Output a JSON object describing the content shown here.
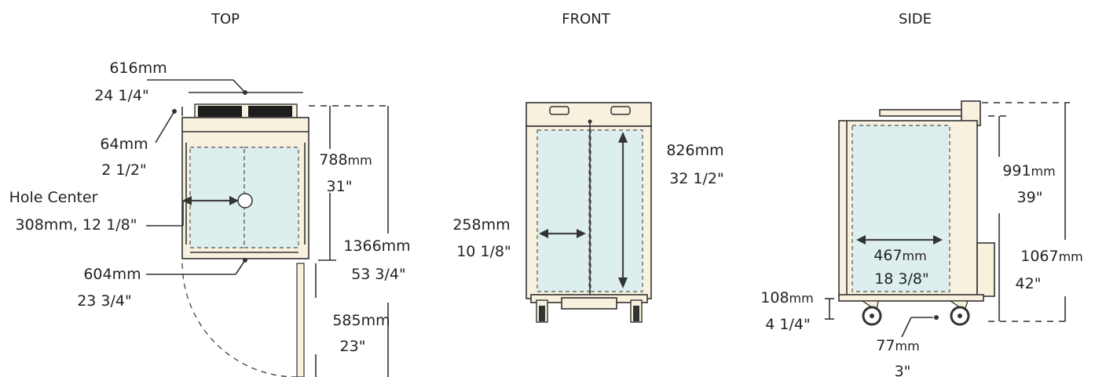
{
  "views": {
    "top": "TOP",
    "front": "FRONT",
    "side": "SIDE"
  },
  "top_view": {
    "width": {
      "mm": "616mm",
      "in": "24 1/4\""
    },
    "offset": {
      "mm": "64mm",
      "in": "2 1/2\""
    },
    "hole_center": {
      "title": "Hole Center",
      "value": "308mm, 12 1/8\""
    },
    "depth": {
      "mm": "788",
      "mm_unit": "mm",
      "in": "31\""
    },
    "width_bottom": {
      "mm": "604mm",
      "in": "23 3/4\""
    },
    "total_depth": {
      "mm": "1366mm",
      "in": "53 3/4\""
    },
    "door_swing": {
      "mm": "585mm",
      "in": "23\""
    }
  },
  "front_view": {
    "height": {
      "mm": "826mm",
      "in": "32 1/2\""
    },
    "door_width": {
      "mm": "258mm",
      "in": "10 1/8\""
    }
  },
  "side_view": {
    "height_upper": {
      "mm": "991",
      "mm_unit": "mm",
      "in": "39\""
    },
    "height_total": {
      "mm": "1067",
      "mm_unit": "mm",
      "in": "42\""
    },
    "depth": {
      "mm": "467",
      "mm_unit": "mm",
      "in": "18 3/8\""
    },
    "base_height": {
      "mm": "108",
      "mm_unit": "mm",
      "in": "4 1/4\""
    },
    "caster_offset": {
      "mm": "77",
      "mm_unit": "mm",
      "in": "3\""
    }
  },
  "colors": {
    "body": "#f7f1de",
    "glass": "#dcefee",
    "line": "#333333"
  }
}
